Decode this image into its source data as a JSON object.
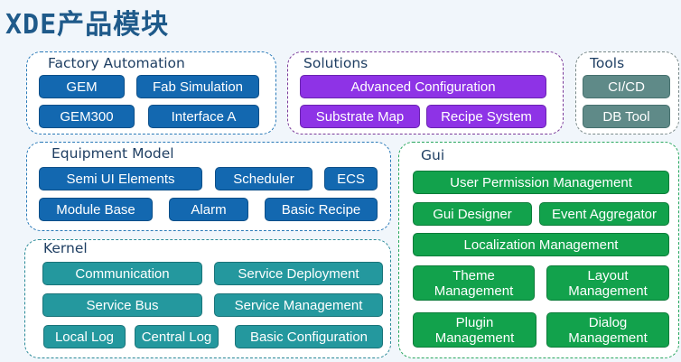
{
  "title": "XDE产品模块",
  "colors": {
    "factory_automation": "#1368b0",
    "solutions": "#8e33e6",
    "tools": "#5f8a88",
    "equipment_model": "#1368b0",
    "kernel": "#24989e",
    "gui": "#12a24c"
  },
  "groups": {
    "factory_automation": {
      "label": "Factory Automation",
      "modules": [
        "GEM",
        "Fab Simulation",
        "GEM300",
        "Interface A"
      ]
    },
    "solutions": {
      "label": "Solutions",
      "modules": [
        "Advanced Configuration",
        "Substrate Map",
        "Recipe System"
      ]
    },
    "tools": {
      "label": "Tools",
      "modules": [
        "CI/CD",
        "DB Tool"
      ]
    },
    "equipment_model": {
      "label": "Equipment Model",
      "modules": [
        "Semi UI Elements",
        "Scheduler",
        "ECS",
        "Module Base",
        "Alarm",
        "Basic Recipe"
      ]
    },
    "kernel": {
      "label": "Kernel",
      "modules": [
        "Communication",
        "Service Deployment",
        "Service Bus",
        "Service Management",
        "Local Log",
        "Central Log",
        "Basic Configuration"
      ]
    },
    "gui": {
      "label": "Gui",
      "modules": [
        "User  Permission Management",
        "Gui Designer",
        "Event Aggregator",
        "Localization Management",
        "Theme\nManagement",
        "Layout\nManagement",
        "Plugin\nManagement",
        "Dialog\nManagement"
      ]
    }
  }
}
